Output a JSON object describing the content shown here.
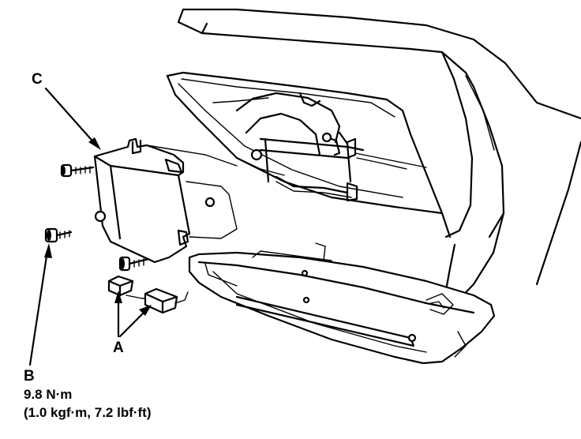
{
  "labels": {
    "a": "A",
    "b": "B",
    "c": "C"
  },
  "torque_spec": {
    "metric": "9.8 N·m",
    "imperial": "(1.0 kgf·m, 7.2 lbf·ft)"
  }
}
